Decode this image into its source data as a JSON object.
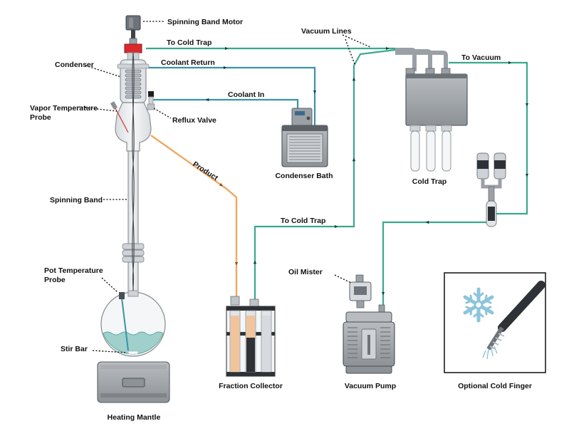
{
  "labels": {
    "spinning_band_motor": "Spinning Band Motor",
    "condenser": "Condenser",
    "vapor_temp_probe_1": "Vapor Temperature",
    "vapor_temp_probe_2": "Probe",
    "reflux_valve": "Reflux Valve",
    "spinning_band": "Spinning Band",
    "pot_temp_probe_1": "Pot Temperature",
    "pot_temp_probe_2": "Probe",
    "stir_bar": "Stir Bar",
    "heating_mantle": "Heating Mantle",
    "to_cold_trap_top": "To Cold Trap",
    "coolant_return": "Coolant Return",
    "coolant_in": "Coolant In",
    "condenser_bath": "Condenser Bath",
    "product": "Product",
    "fraction_collector": "Fraction Collector",
    "to_cold_trap_mid": "To Cold Trap",
    "vacuum_lines": "Vacuum Lines",
    "cold_trap": "Cold Trap",
    "to_vacuum": "To Vacuum",
    "oil_mister": "Oil Mister",
    "vacuum_pump": "Vacuum Pump",
    "optional_cold_finger": "Optional Cold Finger"
  },
  "colors": {
    "vacuum_line": "#3aa88f",
    "coolant_line": "#3a93a8",
    "product_line": "#f0a860",
    "glass": "#e9ecef",
    "metal": "#9aa0a6",
    "dark_metal": "#4a4f55",
    "liquid": "#9fd0cb",
    "product_liquid": "#f2c49a",
    "snowflake": "#8cc4dc"
  }
}
